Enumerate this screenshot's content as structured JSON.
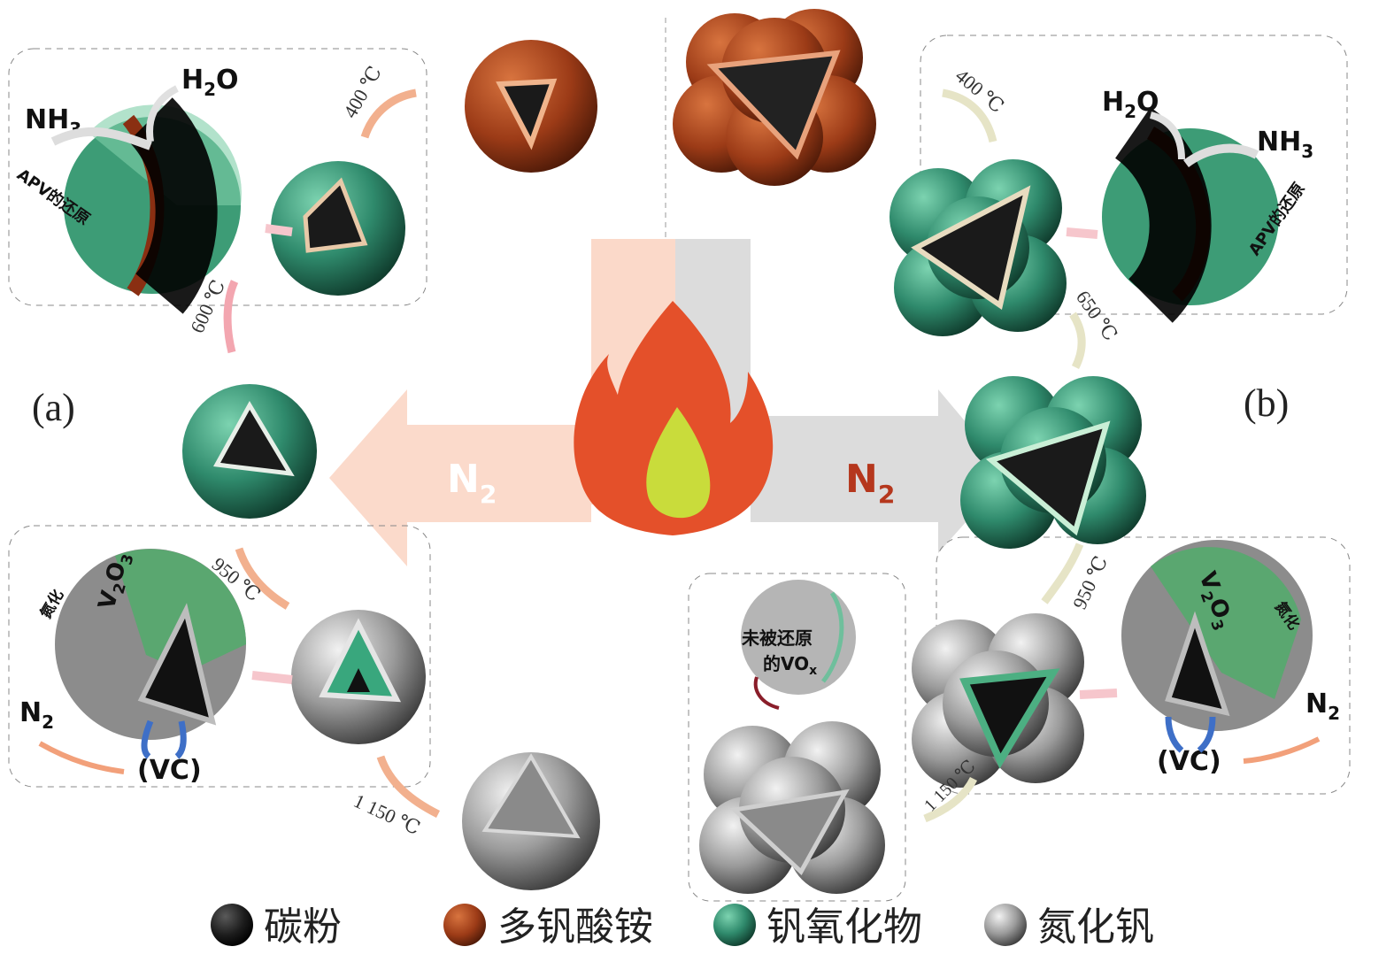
{
  "panels": {
    "a": "(a)",
    "b": "(b)"
  },
  "center": {
    "left_gas": "N",
    "left_gas_sub": "2",
    "right_gas": "N",
    "right_gas_sub": "2"
  },
  "temperatures": {
    "a_400": "400 ℃",
    "a_600": "600 ℃",
    "a_950": "950 ℃",
    "a_1150": "1 150 ℃",
    "b_400": "400 ℃",
    "b_650": "650 ℃",
    "b_950": "950 ℃",
    "b_1150": "1 150 ℃"
  },
  "reduction_box": {
    "h2o_main": "H",
    "h2o_sub": "2",
    "h2o_end": "O",
    "nh3_main": "NH",
    "nh3_sub": "3",
    "apv_label": "APV的还原"
  },
  "nitride_box": {
    "v2o3_v": "V",
    "v2o3_sub": "2",
    "v2o3_o": "O",
    "v2o3_sub2": "3",
    "nitridation": "氮化",
    "n2_main": "N",
    "n2_sub": "2",
    "vc": "(VC)"
  },
  "unreduced": {
    "line1": "未被还原",
    "line2": "的VO",
    "line2_sub": "x"
  },
  "legend": [
    {
      "label": "碳粉",
      "color": "#1a1a1a"
    },
    {
      "label": "多钒酸铵",
      "color": "#a8431c"
    },
    {
      "label": "钒氧化物",
      "color": "#2f8f72"
    },
    {
      "label": "氮化钒",
      "color": "#9a9a9a"
    }
  ],
  "colors": {
    "flame_outer": "#e8512a",
    "flame_inner": "#c8dc3a",
    "arrow_left": "#f9d6c6",
    "arrow_right": "#d4d4d4",
    "n2_right": "#b5371d",
    "apv": "#a8431c",
    "vox": "#2f8f72",
    "vn": "#9a9a9a"
  }
}
